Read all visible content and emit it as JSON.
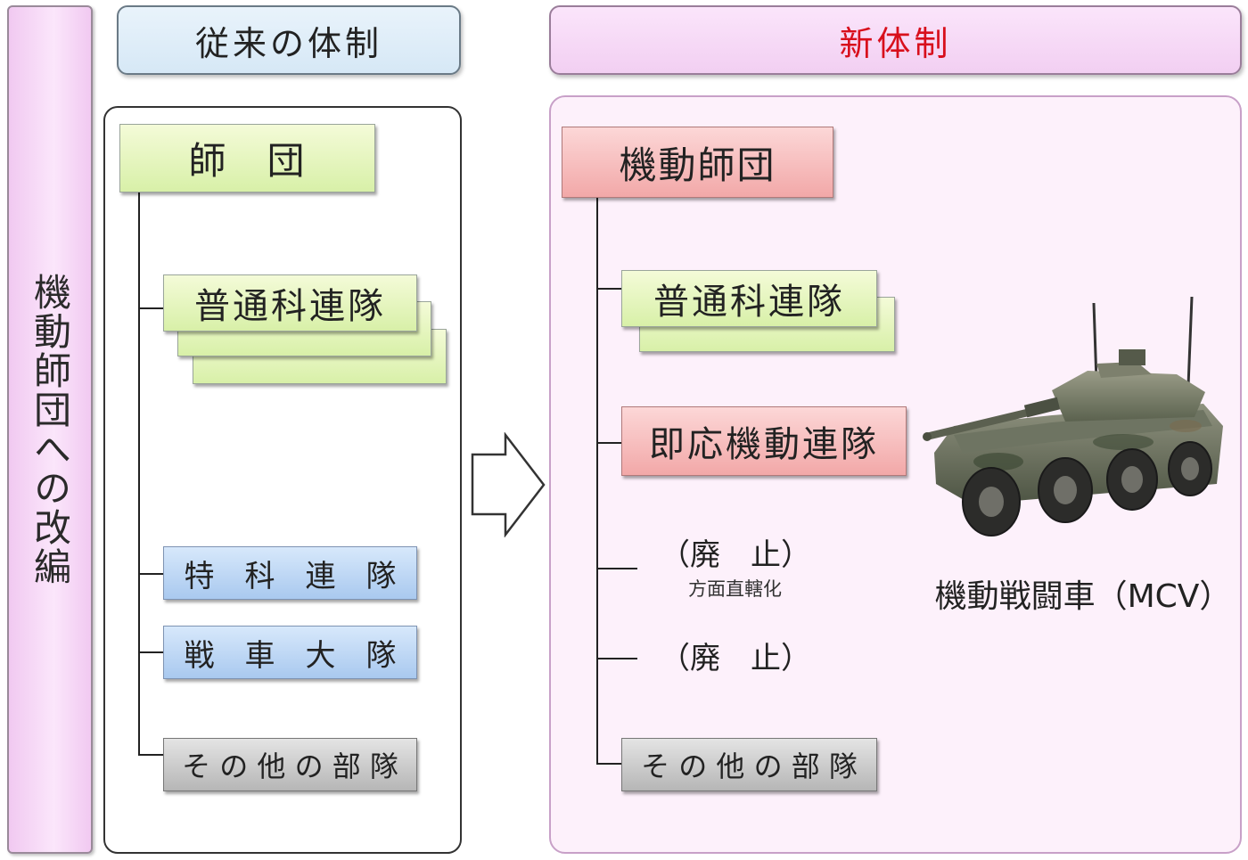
{
  "side_title": "機動師団への改編",
  "old_section": {
    "header": "従来の体制",
    "division": "師　団",
    "infantry": "普通科連隊",
    "special": "特　科　連　隊",
    "tank": "戦　車　大　隊",
    "others": "そ の 他 の 部 隊"
  },
  "new_section": {
    "header": "新体制",
    "division": "機動師団",
    "infantry": "普通科連隊",
    "rapid": "即応機動連隊",
    "abolished_1": "（廃　止）",
    "abolished_1_note": "方面直轄化",
    "abolished_2": "（廃　止）",
    "others": "そ の 他 の 部 隊"
  },
  "vehicle_label": "機動戦闘車（MCV）",
  "colors": {
    "new_header_text": "#d80f1c",
    "green_box": "#d8f0a8",
    "blue_box": "#a9c9ef",
    "gray_box": "#b6b6b6",
    "pink_box": "#f2a8a8"
  }
}
